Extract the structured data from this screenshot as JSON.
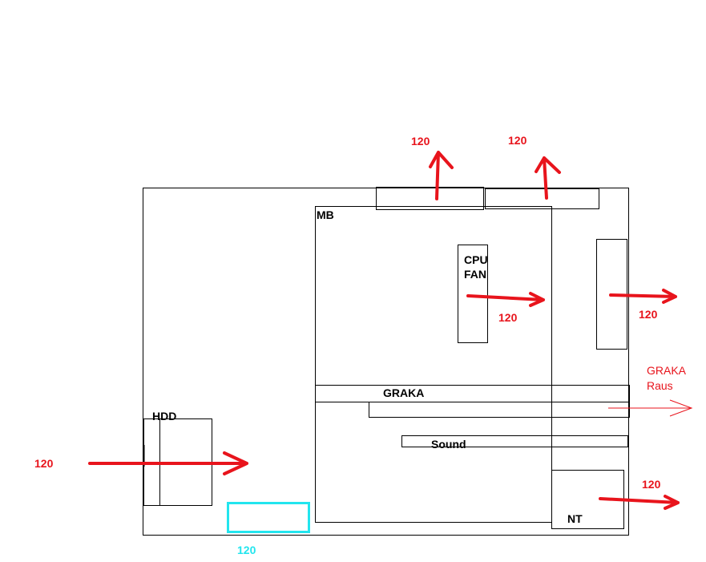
{
  "labels": {
    "mb": "MB",
    "cpu_fan_line1": "CPU",
    "cpu_fan_line2": "FAN",
    "graka": "GRAKA",
    "graka_raus_line1": "GRAKA",
    "graka_raus_line2": "Raus",
    "hdd": "HDD",
    "sound": "Sound",
    "nt": "NT"
  },
  "fans": {
    "top_left": "120",
    "top_right": "120",
    "cpu": "120",
    "rear": "120",
    "front": "120",
    "psu": "120",
    "bottom": "120"
  },
  "colors": {
    "airflow": "#e8141c",
    "bottom_fan": "#22e5ee"
  }
}
